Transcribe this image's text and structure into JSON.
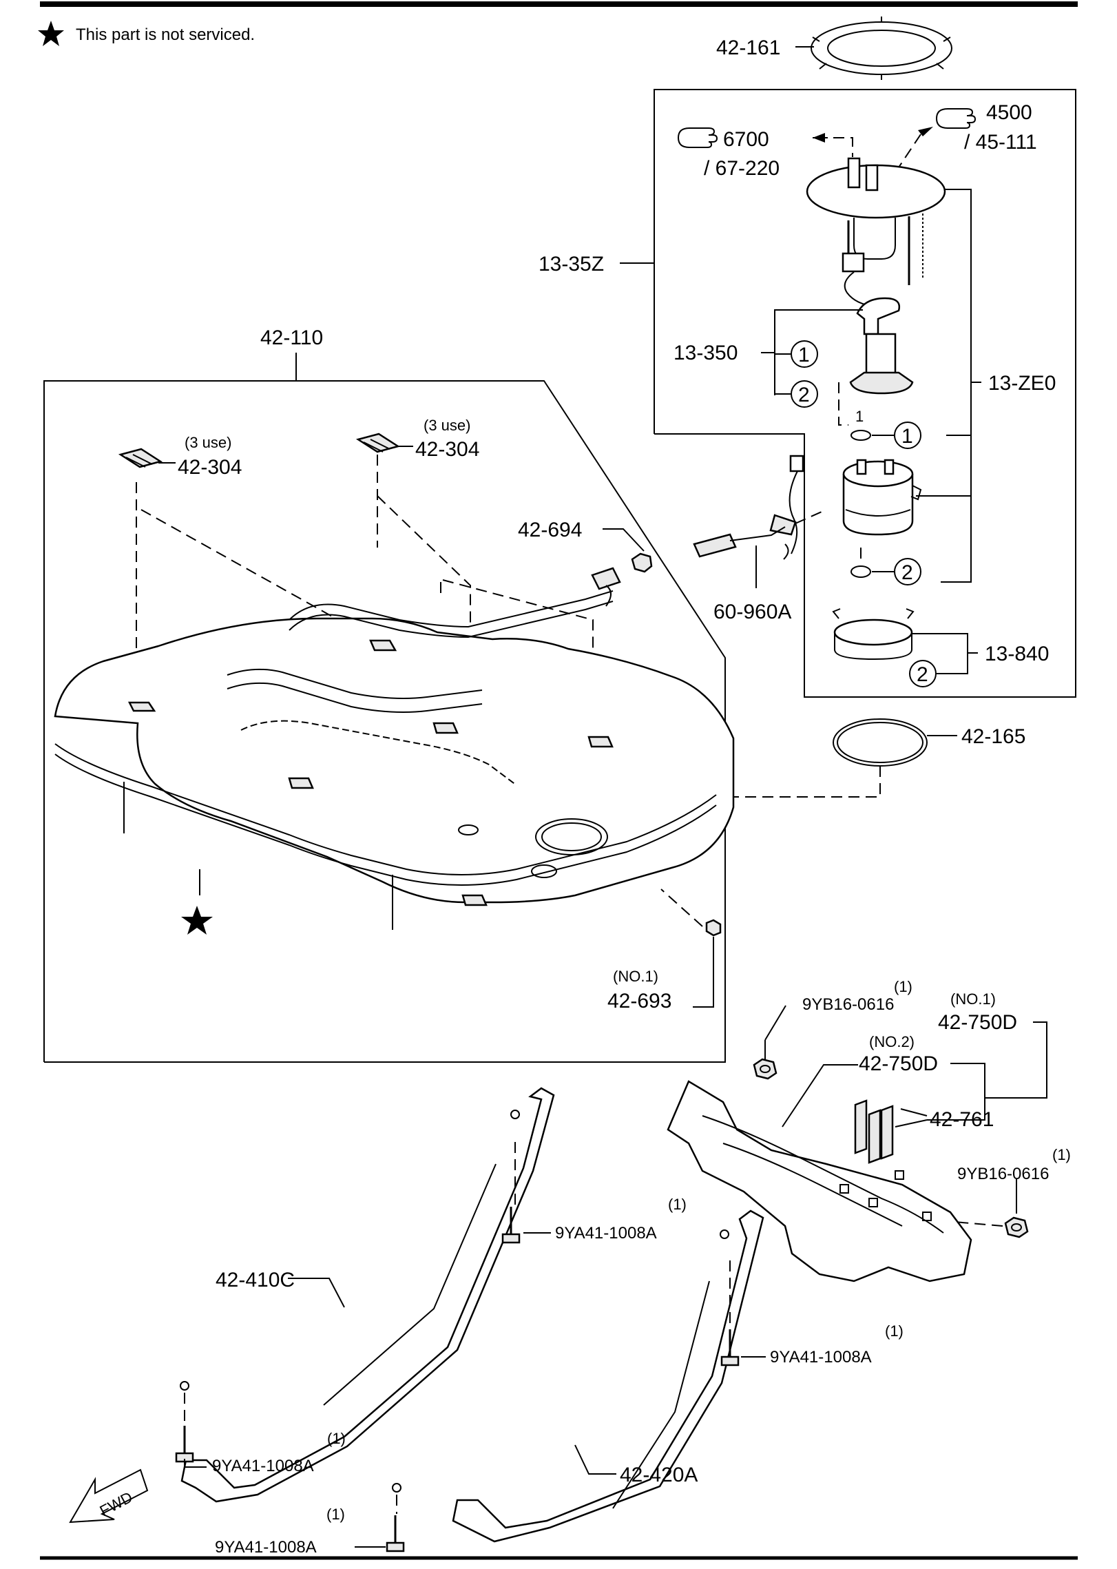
{
  "legend": {
    "note": "This part is not serviced."
  },
  "labels": {
    "gasket_top": "42-161",
    "ref_a_num": "4500",
    "ref_a_sub": "/ 45-111",
    "ref_b_num": "6700",
    "ref_b_sub": "/ 67-220",
    "pump_assy": "13-35Z",
    "pump_module": "13-ZE0",
    "fuel_pump": "13-350",
    "tank": "42-110",
    "pad_a_qty": "(3 use)",
    "pad_a": "42-304",
    "pad_b_qty": "(3 use)",
    "pad_b": "42-304",
    "cap": "42-694",
    "gauge": "60-960A",
    "retainer": "13-840",
    "seal": "42-165",
    "valve_qty": "(NO.1)",
    "valve": "42-693",
    "nut_a_qty": "(1)",
    "nut_a": "9YB16-0616",
    "prot_no1": "(NO.1)",
    "prot_a": "42-750D",
    "prot_no2": "(NO.2)",
    "prot_b": "42-750D",
    "spacer": "42-761",
    "nut_b_qty": "(1)",
    "nut_b": "9YB16-0616",
    "bolt_a_qty": "(1)",
    "bolt_a": "9YA41-1008A",
    "strap_a": "42-410C",
    "bolt_b_qty": "(1)",
    "bolt_b": "9YA41-1008A",
    "bolt_c_qty": "(1)",
    "bolt_c": "9YA41-1008A",
    "strap_b": "42-420A",
    "bolt_d_qty": "(1)",
    "bolt_d": "9YA41-1008A",
    "fwd": "FWD",
    "circle_1": "1",
    "circle_2": "2",
    "small_1": "1"
  }
}
